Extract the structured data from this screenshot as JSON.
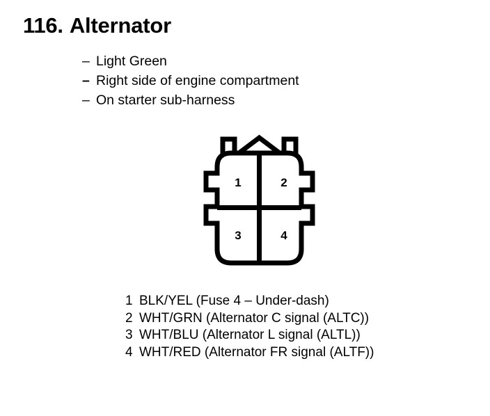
{
  "header": {
    "number": "116.",
    "title": "Alternator"
  },
  "bullets": [
    {
      "dash": "–",
      "text": "Light Green"
    },
    {
      "dash": "–",
      "text": "Right side of engine compartment"
    },
    {
      "dash": "–",
      "text": "On starter sub-harness"
    }
  ],
  "connector": {
    "name": "4-pin-connector",
    "cavities": [
      {
        "pin": "1",
        "position": "top-left"
      },
      {
        "pin": "2",
        "position": "top-right"
      },
      {
        "pin": "3",
        "position": "bottom-left"
      },
      {
        "pin": "4",
        "position": "bottom-right"
      }
    ],
    "outline_color": "#000000",
    "fill_color": "#ffffff"
  },
  "legend": [
    {
      "pin": "1",
      "desc": "BLK/YEL (Fuse 4 – Under-dash)"
    },
    {
      "pin": "2",
      "desc": "WHT/GRN (Alternator C signal (ALTC))"
    },
    {
      "pin": "3",
      "desc": "WHT/BLU (Alternator L signal (ALTL))"
    },
    {
      "pin": "4",
      "desc": "WHT/RED (Alternator FR signal (ALTF))"
    }
  ]
}
